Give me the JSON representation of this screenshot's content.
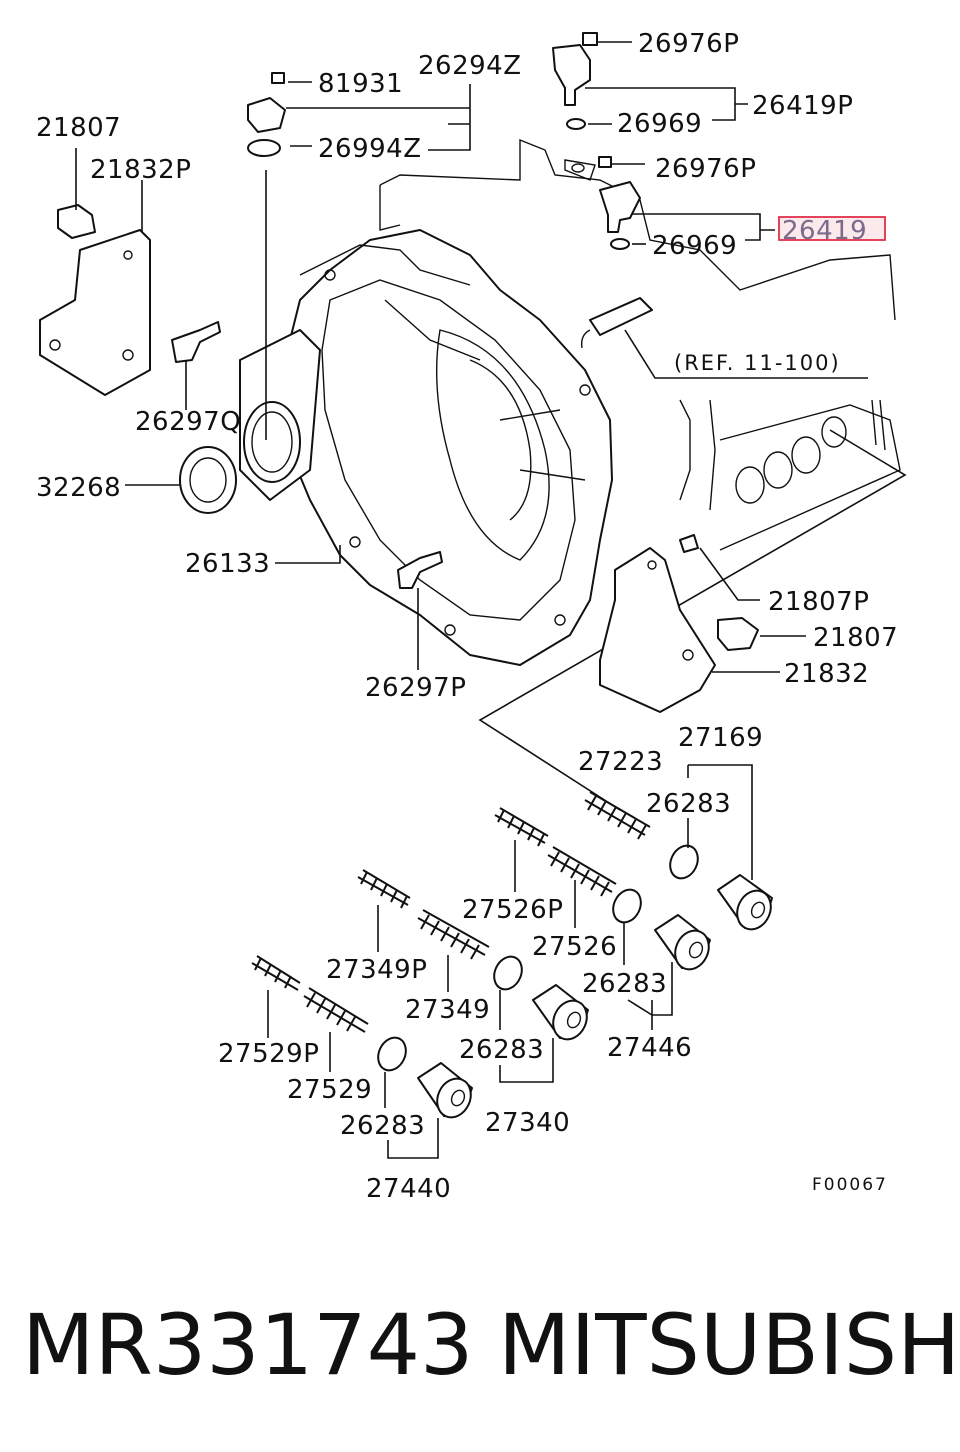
{
  "diagram": {
    "labels": {
      "l_26976P_top": "26976P",
      "l_81931": "81931",
      "l_26294Z": "26294Z",
      "l_26419P": "26419P",
      "l_21807_left": "21807",
      "l_26969_top": "26969",
      "l_21832P": "21832P",
      "l_26994Z": "26994Z",
      "l_26976P_mid": "26976P",
      "l_26419": "26419",
      "l_26969_mid": "26969",
      "l_ref": "(REF. 11-100)",
      "l_26297Q": "26297Q",
      "l_32268": "32268",
      "l_26133": "26133",
      "l_21807P": "21807P",
      "l_21807_right": "21807",
      "l_21832": "21832",
      "l_26297P": "26297P",
      "l_27169": "27169",
      "l_27223": "27223",
      "l_26283_a": "26283",
      "l_27526P": "27526P",
      "l_27526": "27526",
      "l_27349P": "27349P",
      "l_26283_b": "26283",
      "l_27349": "27349",
      "l_27446": "27446",
      "l_26283_c": "26283",
      "l_27529P": "27529P",
      "l_27529": "27529",
      "l_26283_d": "26283",
      "l_27340": "27340",
      "l_27440": "27440",
      "figure_code": "F00067"
    },
    "highlight_color": "#e0304a"
  },
  "caption": {
    "part_number": "MR331743",
    "brand": "MITSUBISHI"
  }
}
